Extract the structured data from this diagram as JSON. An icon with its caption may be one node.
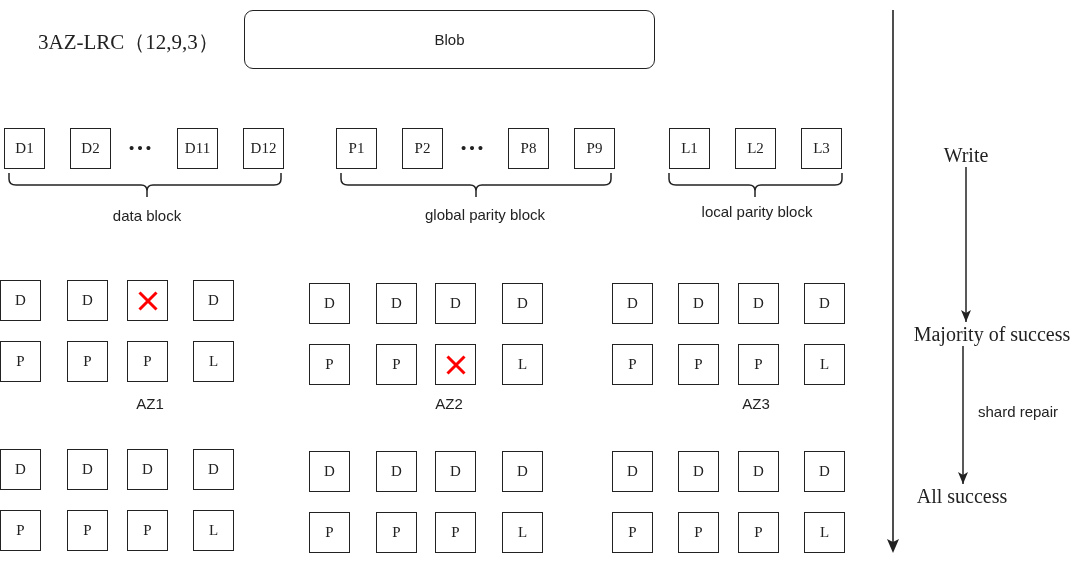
{
  "diagram": {
    "title": "3AZ-LRC（12,9,3）",
    "nodes": [
      {
        "text": [
          "Blob"
        ]
      },
      {
        "text": [
          "D1"
        ]
      },
      {
        "text": [
          "D2"
        ]
      },
      {
        "text": [
          "D11"
        ]
      },
      {
        "text": [
          "D12"
        ]
      },
      {
        "text": [
          "P1"
        ]
      },
      {
        "text": [
          "P2"
        ]
      },
      {
        "text": [
          "P8"
        ]
      },
      {
        "text": [
          "P9"
        ]
      },
      {
        "text": [
          "L1"
        ]
      },
      {
        "text": [
          "L2"
        ]
      },
      {
        "text": [
          "L3"
        ]
      },
      {
        "text": [
          "D"
        ]
      },
      {
        "text": [
          "D"
        ]
      },
      {
        "text": [],
        "shape": "box"
      },
      {
        "text": [
          "D"
        ]
      },
      {
        "text": [
          "D"
        ]
      },
      {
        "text": [
          "D"
        ]
      },
      {
        "text": [
          "D"
        ]
      },
      {
        "text": [
          "D"
        ]
      },
      {
        "text": [
          "D"
        ]
      },
      {
        "text": [
          "D"
        ]
      },
      {
        "text": [
          "D"
        ]
      },
      {
        "text": [
          "D"
        ]
      },
      {
        "text": [
          "P"
        ]
      },
      {
        "text": [
          "P"
        ]
      },
      {
        "text": [
          "P"
        ]
      },
      {
        "text": [
          "L"
        ]
      },
      {
        "text": [
          "P"
        ]
      },
      {
        "text": [
          "P"
        ]
      },
      {
        "text": [],
        "shape": "box"
      },
      {
        "text": [
          "L"
        ]
      },
      {
        "text": [
          "P"
        ]
      },
      {
        "text": [
          "P"
        ]
      },
      {
        "text": [
          "P"
        ]
      },
      {
        "text": [
          "L"
        ]
      },
      {
        "text": [
          "D"
        ]
      },
      {
        "text": [
          "D"
        ]
      },
      {
        "text": [
          "D"
        ]
      },
      {
        "text": [
          "D"
        ]
      },
      {
        "text": [
          "D"
        ]
      },
      {
        "text": [
          "D"
        ]
      },
      {
        "text": [
          "D"
        ]
      },
      {
        "text": [
          "D"
        ]
      },
      {
        "text": [
          "D"
        ]
      },
      {
        "text": [
          "D"
        ]
      },
      {
        "text": [
          "D"
        ]
      },
      {
        "text": [
          "D"
        ]
      },
      {
        "text": [
          "P"
        ]
      },
      {
        "text": [
          "P"
        ]
      },
      {
        "text": [
          "P"
        ]
      },
      {
        "text": [
          "L"
        ]
      },
      {
        "text": [
          "P"
        ]
      },
      {
        "text": [
          "P"
        ]
      },
      {
        "text": [
          "P"
        ]
      },
      {
        "text": [
          "L"
        ]
      },
      {
        "text": [
          "P"
        ]
      },
      {
        "text": [
          "P"
        ]
      },
      {
        "text": [
          "P"
        ]
      },
      {
        "text": [
          "L"
        ]
      },
      {
        "text": [
          "Write"
        ]
      },
      {
        "text": [
          "Majority of success"
        ]
      },
      {
        "text": [
          "All success"
        ]
      }
    ],
    "edges": [
      {
        "from": 60,
        "to": 61,
        "arrow": "to"
      },
      {
        "from": 61,
        "to": 62,
        "arrow": "to",
        "label": "shard repair"
      }
    ],
    "labels": [
      "…",
      "…",
      "data block",
      "global parity block",
      "local parity block",
      "AZ1",
      "AZ2",
      "AZ3"
    ]
  }
}
